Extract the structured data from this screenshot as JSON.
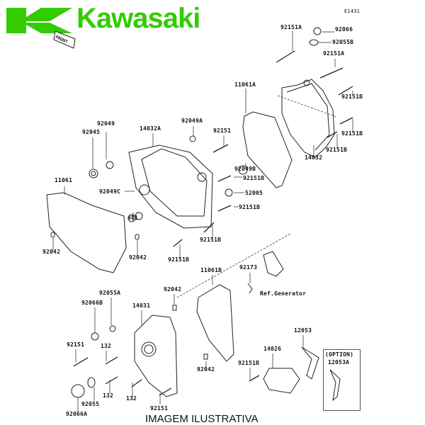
{
  "brand": {
    "name": "Kawasaki",
    "color": "#33cc00",
    "front_marker": "FRONT"
  },
  "diagram_code": "E1431",
  "caption": "IMAGEM ILUSTRATIVA",
  "labels": [
    "92151A",
    "92066",
    "92055B",
    "92151A",
    "11061A",
    "92151B",
    "92151B",
    "92151B",
    "14032",
    "92049",
    "92045",
    "14032A",
    "92049A",
    "92151",
    "92049B",
    "92151B",
    "52005",
    "92151B",
    "11061",
    "92049C",
    "481",
    "92042",
    "92042",
    "92151B",
    "92151B",
    "11061B",
    "92173",
    "Ref.Generator",
    "92042",
    "92055A",
    "92066B",
    "14031",
    "92151",
    "132",
    "92042",
    "12053",
    "14026",
    "92151B",
    "(OPTION)",
    "12053A",
    "132",
    "92055",
    "132",
    "92066A",
    "92151"
  ]
}
